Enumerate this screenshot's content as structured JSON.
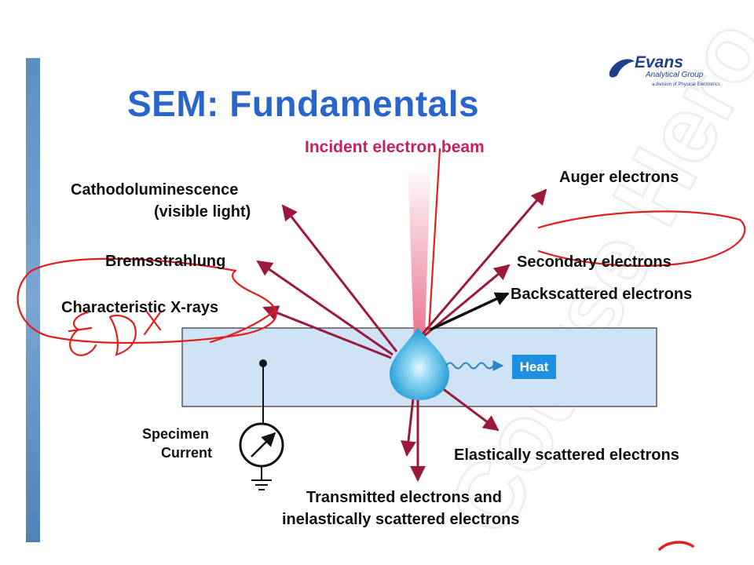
{
  "title": "SEM:  Fundamentals",
  "logo": {
    "name": "Evans",
    "subtitle": "Analytical Group",
    "tagline": "a division of Physical Electronics"
  },
  "beam_label": "Incident electron beam",
  "labels": {
    "cathodoluminescence_1": "Cathodoluminescence",
    "cathodoluminescence_2": "(visible light)",
    "bremsstrahlung": "Bremsstrahlung",
    "characteristic_xrays": "Characteristic X-rays",
    "auger": "Auger electrons",
    "secondary": "Secondary electrons",
    "backscattered": "Backscattered electrons",
    "heat": "Heat",
    "specimen_1": "Specimen",
    "specimen_2": "Current",
    "elastic": "Elastically scattered electrons",
    "transmitted_1": "Transmitted electrons and",
    "transmitted_2": "inelastically scattered electrons"
  },
  "handwriting": {
    "annotation": "EDX"
  },
  "watermark": "Course Hero",
  "colors": {
    "title": "#2a66c9",
    "beam_label": "#c8205e",
    "arrow": "#9b1a3c",
    "backscatter_arrow": "#111111",
    "specimen_fill": "#cfe3f5",
    "heat_box": "#1f8fe0",
    "ink": "#e02020"
  }
}
